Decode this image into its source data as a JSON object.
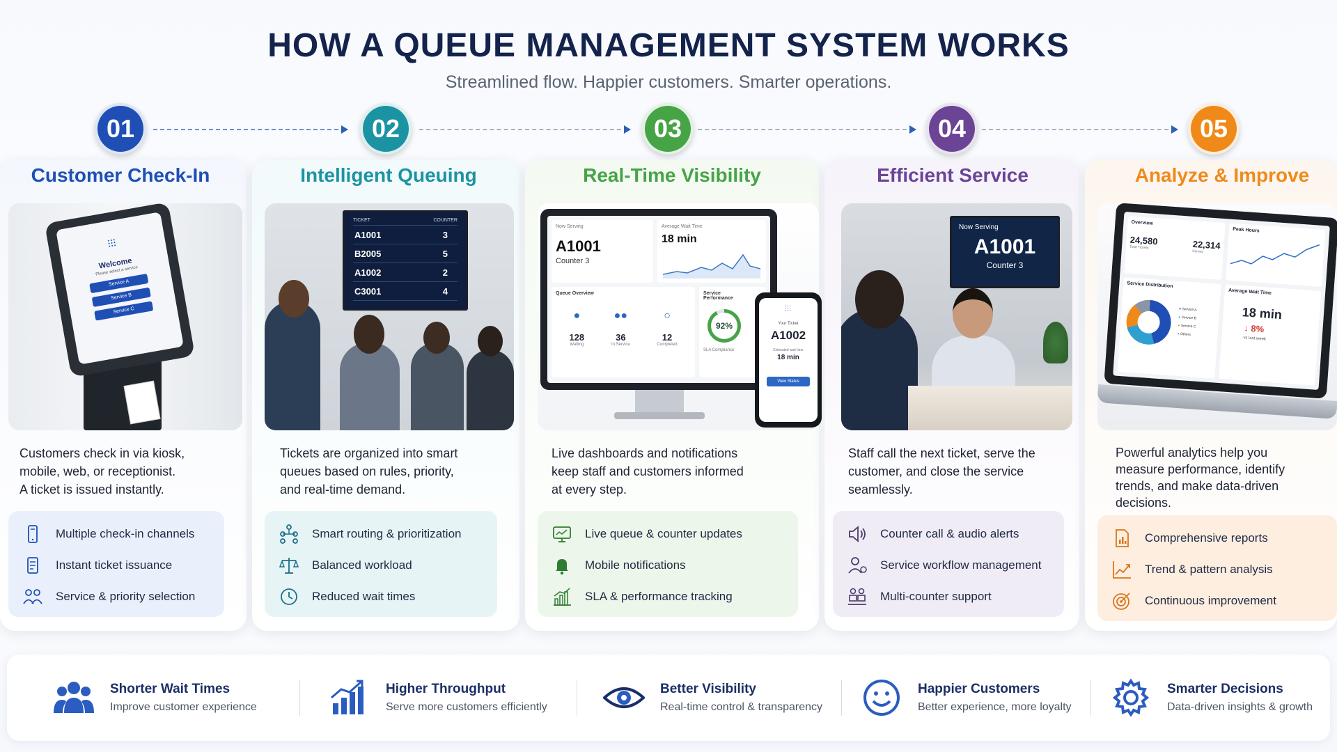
{
  "header": {
    "title": "HOW A QUEUE MANAGEMENT SYSTEM WORKS",
    "subtitle": "Streamlined flow. Happier customers. Smarter operations."
  },
  "colors": {
    "step1": "#1f4fb5",
    "step2": "#1c93a3",
    "step3": "#46a447",
    "step4": "#6b4496",
    "step5": "#ef8a1a",
    "title": "#14234b"
  },
  "steps": [
    {
      "number": "01",
      "title": "Customer Check-In",
      "description": [
        "Customers check in via kiosk,",
        "mobile, web, or receptionist.",
        "A ticket is issued instantly."
      ],
      "features": [
        {
          "icon": "mobile-kiosk-icon",
          "label": "Multiple check-in channels"
        },
        {
          "icon": "ticket-icon",
          "label": "Instant ticket issuance"
        },
        {
          "icon": "people-select-icon",
          "label": "Service & priority selection"
        }
      ],
      "screen": {
        "heading": "Welcome",
        "prompt": "Please select a service",
        "options": [
          "Service A",
          "Service B",
          "Service C"
        ]
      }
    },
    {
      "number": "02",
      "title": "Intelligent Queuing",
      "description": [
        "Tickets are organized into smart",
        "queues based on rules, priority,",
        "and real-time demand."
      ],
      "features": [
        {
          "icon": "routing-icon",
          "label": "Smart routing & prioritization"
        },
        {
          "icon": "balance-scale-icon",
          "label": "Balanced workload"
        },
        {
          "icon": "clock-icon",
          "label": "Reduced wait times"
        }
      ],
      "board": {
        "col_ticket": "TICKET",
        "col_counter": "COUNTER",
        "rows": [
          [
            "A1001",
            "3"
          ],
          [
            "B2005",
            "5"
          ],
          [
            "A1002",
            "2"
          ],
          [
            "C3001",
            "4"
          ]
        ]
      }
    },
    {
      "number": "03",
      "title": "Real-Time Visibility",
      "description": [
        "Live dashboards and notifications",
        "keep staff and customers informed",
        "at every step."
      ],
      "features": [
        {
          "icon": "monitor-icon",
          "label": "Live queue & counter updates"
        },
        {
          "icon": "bell-icon",
          "label": "Mobile notifications"
        },
        {
          "icon": "bar-chart-icon",
          "label": "SLA & performance tracking"
        }
      ],
      "dashboard": {
        "now_serving_label": "Now Serving",
        "now_serving": "A1001",
        "counter": "Counter 3",
        "avg_wait_label": "Average Wait Time",
        "avg_wait": "18 min",
        "queue_overview_label": "Queue Overview",
        "stats": [
          [
            "128",
            "Waiting"
          ],
          [
            "36",
            "In Service"
          ],
          [
            "12",
            "Completed"
          ]
        ],
        "service_perf_label": "Service Performance",
        "sla": "92%",
        "sla_label": "SLA Compliance",
        "phone_your_ticket": "Your Ticket",
        "phone_ticket": "A1002",
        "phone_est_label": "Estimated wait time",
        "phone_est": "18 min",
        "phone_button": "View Status"
      }
    },
    {
      "number": "04",
      "title": "Efficient Service",
      "description": [
        "Staff call the next ticket, serve the",
        "customer, and close the service",
        "seamlessly."
      ],
      "features": [
        {
          "icon": "speaker-icon",
          "label": "Counter call & audio alerts"
        },
        {
          "icon": "user-workflow-icon",
          "label": "Service workflow management"
        },
        {
          "icon": "multi-counter-icon",
          "label": "Multi-counter support"
        }
      ],
      "display": {
        "label": "Now Serving",
        "ticket": "A1001",
        "counter": "Counter 3"
      }
    },
    {
      "number": "05",
      "title": "Analyze & Improve",
      "description": [
        "Powerful analytics help you",
        "measure performance, identify",
        "trends, and make data-driven",
        "decisions."
      ],
      "features": [
        {
          "icon": "report-icon",
          "label": "Comprehensive reports"
        },
        {
          "icon": "trend-icon",
          "label": "Trend & pattern analysis"
        },
        {
          "icon": "target-icon",
          "label": "Continuous improvement"
        }
      ],
      "laptop": {
        "overview": "Overview",
        "total_tickets": "24,580",
        "total_label": "Total Tickets",
        "served": "22,314",
        "served_label": "Served",
        "peak": "Peak Hours",
        "distribution": "Service Distribution",
        "legend": [
          "Service A",
          "Service B",
          "Service C",
          "Others"
        ],
        "avg_label": "Average Wait Time",
        "avg": "18 min",
        "change": "↓ 8%",
        "change_label": "vs last week"
      }
    }
  ],
  "benefits": [
    {
      "icon": "group-icon",
      "title": "Shorter Wait Times",
      "subtitle": "Improve customer experience"
    },
    {
      "icon": "growth-chart-icon",
      "title": "Higher Throughput",
      "subtitle": "Serve more customers efficiently"
    },
    {
      "icon": "eye-icon",
      "title": "Better Visibility",
      "subtitle": "Real-time control & transparency"
    },
    {
      "icon": "smile-icon",
      "title": "Happier Customers",
      "subtitle": "Better experience, more loyalty"
    },
    {
      "icon": "gear-icon",
      "title": "Smarter Decisions",
      "subtitle": "Data-driven insights & growth"
    }
  ]
}
